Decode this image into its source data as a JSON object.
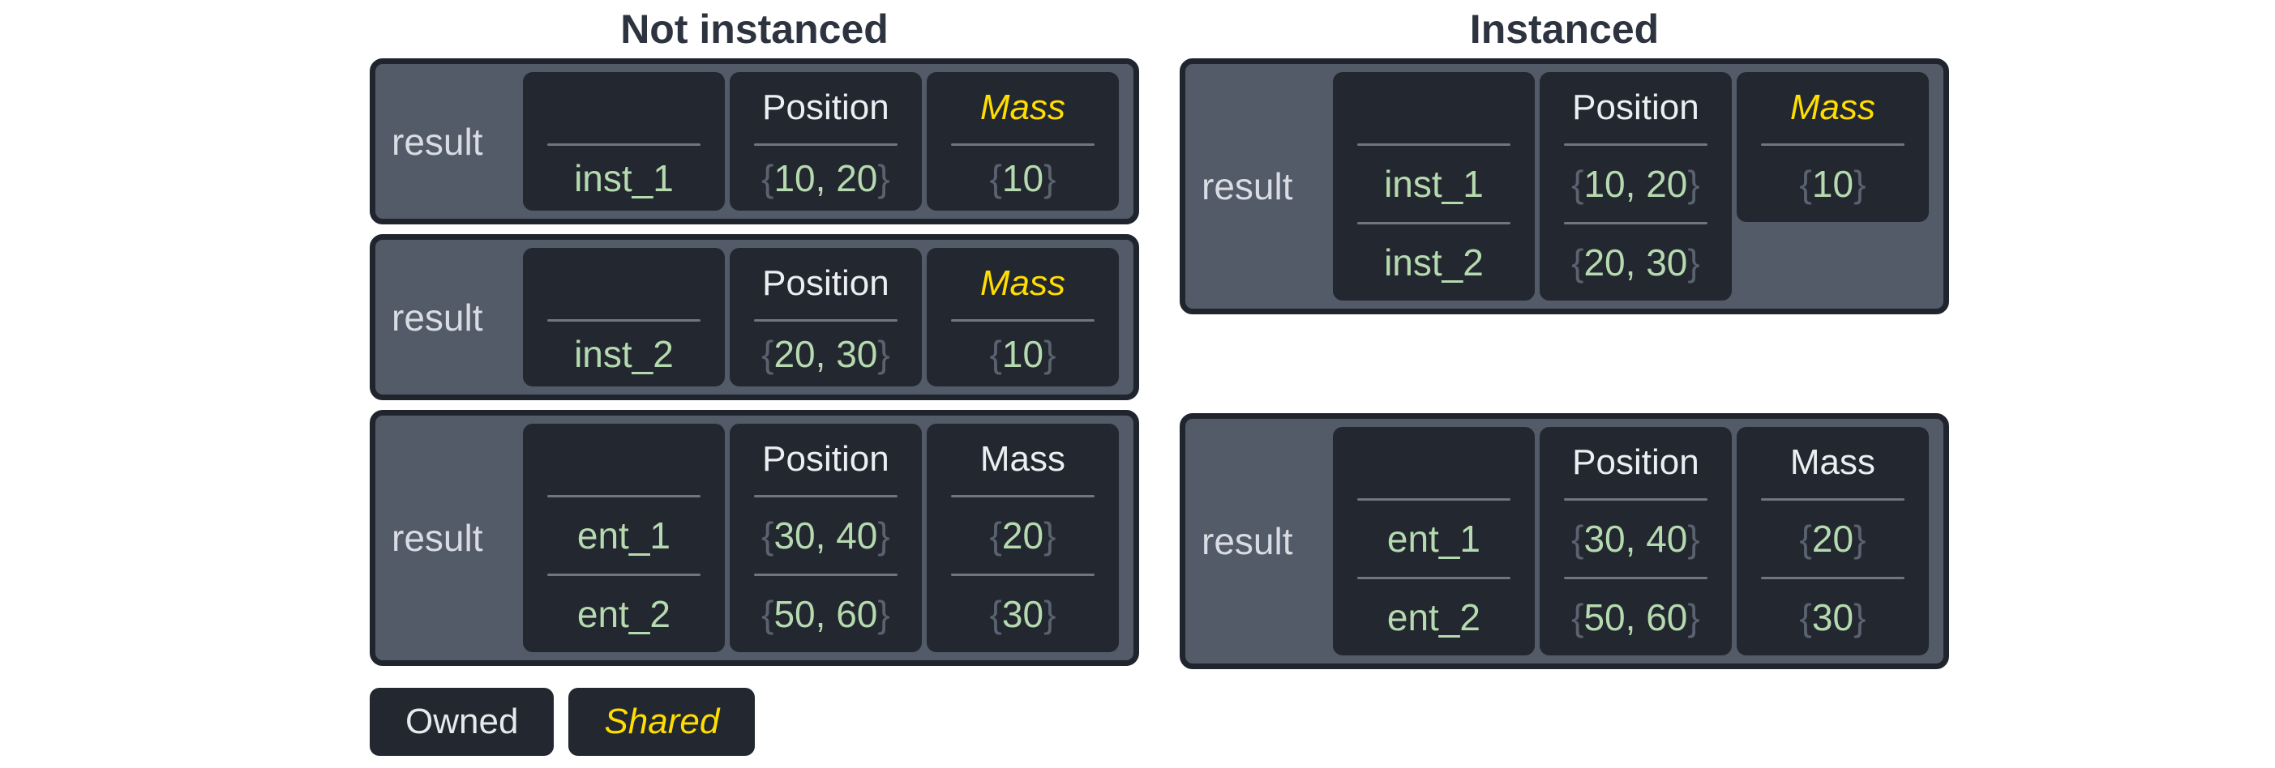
{
  "sections": [
    {
      "title": "Not instanced",
      "boxes": [
        {
          "label": "result",
          "rows": [
            "inst_1"
          ],
          "columns": [
            {
              "header": "Position",
              "shared": false,
              "values": [
                "10, 20"
              ]
            },
            {
              "header": "Mass",
              "shared": true,
              "values": [
                "10"
              ]
            }
          ]
        },
        {
          "label": "result",
          "rows": [
            "inst_2"
          ],
          "columns": [
            {
              "header": "Position",
              "shared": false,
              "values": [
                "20, 30"
              ]
            },
            {
              "header": "Mass",
              "shared": true,
              "values": [
                "10"
              ]
            }
          ]
        },
        {
          "label": "result",
          "rows": [
            "ent_1",
            "ent_2"
          ],
          "columns": [
            {
              "header": "Position",
              "shared": false,
              "values": [
                "30, 40",
                "50, 60"
              ]
            },
            {
              "header": "Mass",
              "shared": false,
              "values": [
                "20",
                "30"
              ]
            }
          ]
        }
      ]
    },
    {
      "title": "Instanced",
      "boxes": [
        {
          "label": "result",
          "rows": [
            "inst_1",
            "inst_2"
          ],
          "columns": [
            {
              "header": "Position",
              "shared": false,
              "values": [
                "10, 20",
                "20, 30"
              ]
            },
            {
              "header": "Mass",
              "shared": true,
              "truncated": true,
              "values": [
                "10"
              ]
            }
          ]
        },
        {
          "label": "result",
          "rows": [
            "ent_1",
            "ent_2"
          ],
          "columns": [
            {
              "header": "Position",
              "shared": false,
              "values": [
                "30, 40",
                "50, 60"
              ]
            },
            {
              "header": "Mass",
              "shared": false,
              "values": [
                "20",
                "30"
              ]
            }
          ]
        }
      ]
    }
  ],
  "legend": {
    "items": [
      {
        "label": "Owned",
        "style": "owned"
      },
      {
        "label": "Shared",
        "style": "shared"
      }
    ]
  },
  "punctuation": {
    "brace_open": "{",
    "brace_close": "}"
  },
  "colors": {
    "background": "#ffffff",
    "panel": "#535a68",
    "panel_border": "#20242d",
    "cell": "#23272f",
    "title_text": "#2d3440",
    "result_label_text": "#d9dce3",
    "header_text": "#eceef1",
    "shared_text": "#ffdd00",
    "value_text": "#b5daaf",
    "brace_text": "#5a6270",
    "divider": "#70767f"
  }
}
